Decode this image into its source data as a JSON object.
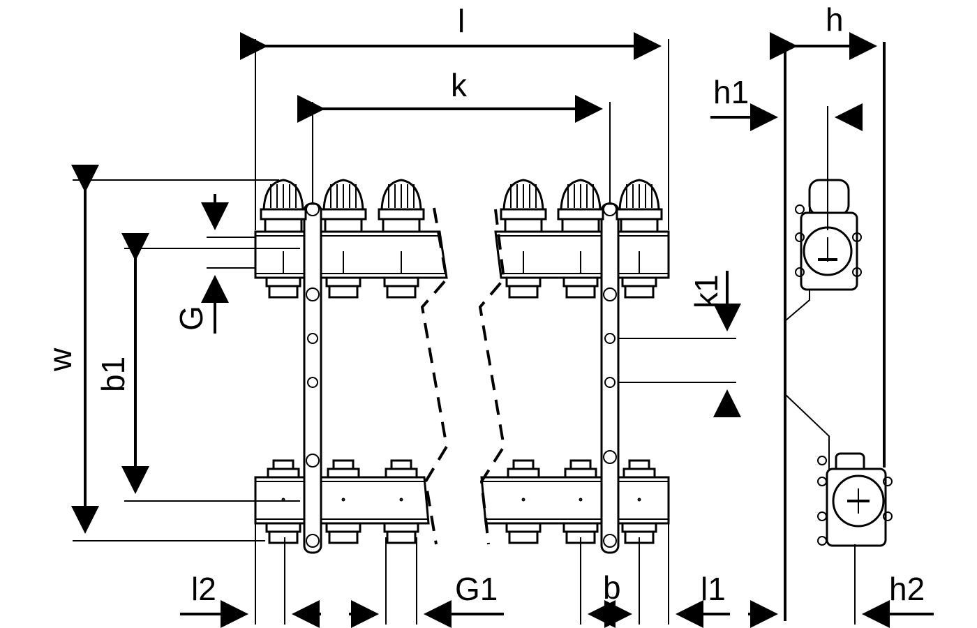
{
  "diagram": {
    "labels": {
      "l": "l",
      "k": "k",
      "h": "h",
      "h1": "h1",
      "h2": "h2",
      "w": "w",
      "b1": "b1",
      "G": "G",
      "k1": "k1",
      "l2": "l2",
      "G1": "G1",
      "b": "b",
      "l1": "l1"
    }
  }
}
